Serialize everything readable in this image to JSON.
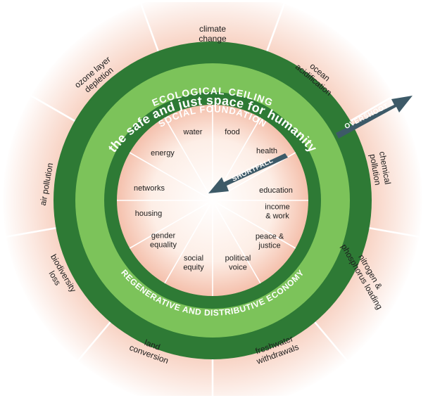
{
  "ring_titles": {
    "ecological_ceiling": "ECOLOGICAL CEILING",
    "safe_space": "the safe and just space for humanity",
    "social_foundation": "SOCIAL FOUNDATION",
    "regenerative_economy": "REGENERATIVE AND DISTRIBUTIVE ECONOMY"
  },
  "arrows": {
    "overshoot": "OVERSHOOT",
    "shortfall": "SHORTFALL"
  },
  "outer_labels": [
    {
      "id": "climate-change",
      "lines": [
        "climate",
        "change"
      ]
    },
    {
      "id": "ocean-acidification",
      "lines": [
        "ocean",
        "acidification"
      ]
    },
    {
      "id": "chemical-pollution",
      "lines": [
        "chemical",
        "pollution"
      ]
    },
    {
      "id": "nitrogen-phosphorus-loading",
      "lines": [
        "nitrogen &",
        "phosphorus loading"
      ]
    },
    {
      "id": "freshwater-withdrawals",
      "lines": [
        "freshwater",
        "withdrawals"
      ]
    },
    {
      "id": "land-conversion",
      "lines": [
        "land",
        "conversion"
      ]
    },
    {
      "id": "biodiversity-loss",
      "lines": [
        "biodiversity",
        "loss"
      ]
    },
    {
      "id": "air-pollution",
      "lines": [
        "air pollution"
      ]
    },
    {
      "id": "ozone-layer-depletion",
      "lines": [
        "ozone layer",
        "depletion"
      ]
    }
  ],
  "inner_labels": [
    {
      "id": "water",
      "lines": [
        "water"
      ]
    },
    {
      "id": "food",
      "lines": [
        "food"
      ]
    },
    {
      "id": "health",
      "lines": [
        "health"
      ]
    },
    {
      "id": "education",
      "lines": [
        "education"
      ]
    },
    {
      "id": "income-work",
      "lines": [
        "income",
        "& work"
      ]
    },
    {
      "id": "peace-justice",
      "lines": [
        "peace &",
        "justice"
      ]
    },
    {
      "id": "political-voice",
      "lines": [
        "political",
        "voice"
      ]
    },
    {
      "id": "social-equity",
      "lines": [
        "social",
        "equity"
      ]
    },
    {
      "id": "gender-equality",
      "lines": [
        "gender",
        "equality"
      ]
    },
    {
      "id": "housing",
      "lines": [
        "housing"
      ]
    },
    {
      "id": "networks",
      "lines": [
        "networks"
      ]
    },
    {
      "id": "energy",
      "lines": [
        "energy"
      ]
    }
  ],
  "colors": {
    "dark_green": "#2e7a35",
    "mid_green": "#7cc35a",
    "outer_glow": "#f2b8a3",
    "arrow": "#3d5a68"
  }
}
